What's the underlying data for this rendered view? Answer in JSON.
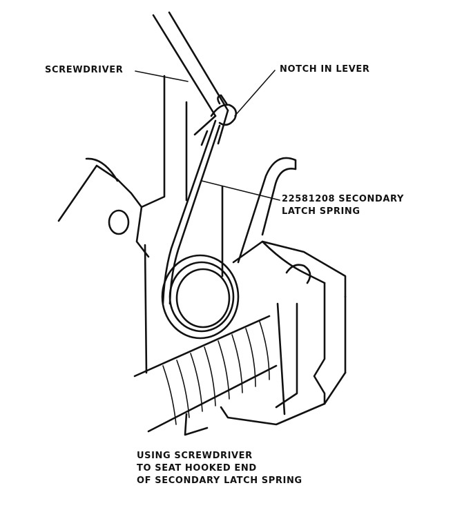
{
  "labels": {
    "screwdriver": "SCREWDRIVER",
    "notch": "NOTCH IN LEVER",
    "spring_line1": "22581208 SECONDARY",
    "spring_line2": "LATCH SPRING",
    "caption_line1": "USING SCREWDRIVER",
    "caption_line2": "TO SEAT HOOKED END",
    "caption_line3": "OF SECONDARY LATCH SPRING"
  },
  "colors": {
    "ink": "#111111",
    "paper": "#ffffff"
  }
}
